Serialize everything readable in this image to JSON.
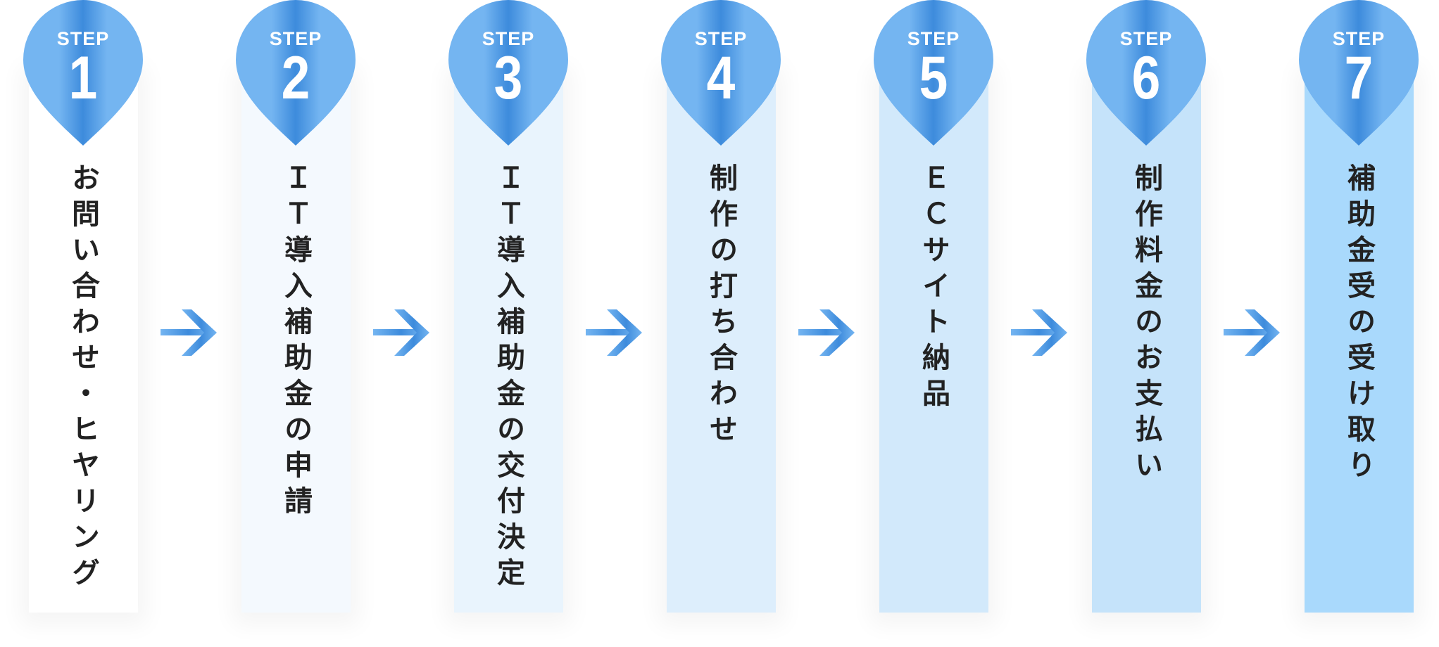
{
  "steps": [
    {
      "label": "STEP",
      "number": "1",
      "title": "お問い合わせ・ヒヤリング",
      "card_color": "#ffffff"
    },
    {
      "label": "STEP",
      "number": "2",
      "title": "ＩＴ導入補助金の申請",
      "card_color": "#f4f9fe"
    },
    {
      "label": "STEP",
      "number": "3",
      "title": "ＩＴ導入補助金の交付決定",
      "card_color": "#e9f4fd"
    },
    {
      "label": "STEP",
      "number": "4",
      "title": "制作の打ち合わせ",
      "card_color": "#ddeefc"
    },
    {
      "label": "STEP",
      "number": "5",
      "title": "ＥＣサイト納品",
      "card_color": "#d2e9fb"
    },
    {
      "label": "STEP",
      "number": "6",
      "title": "制作料金のお支払い",
      "card_color": "#c5e3fa"
    },
    {
      "label": "STEP",
      "number": "7",
      "title": "補助金受の受け取り",
      "card_color": "#a9d9fc"
    }
  ],
  "colors": {
    "pin_light": "#74b5f1",
    "pin_dark": "#3d8bdc",
    "text": "#222222"
  }
}
